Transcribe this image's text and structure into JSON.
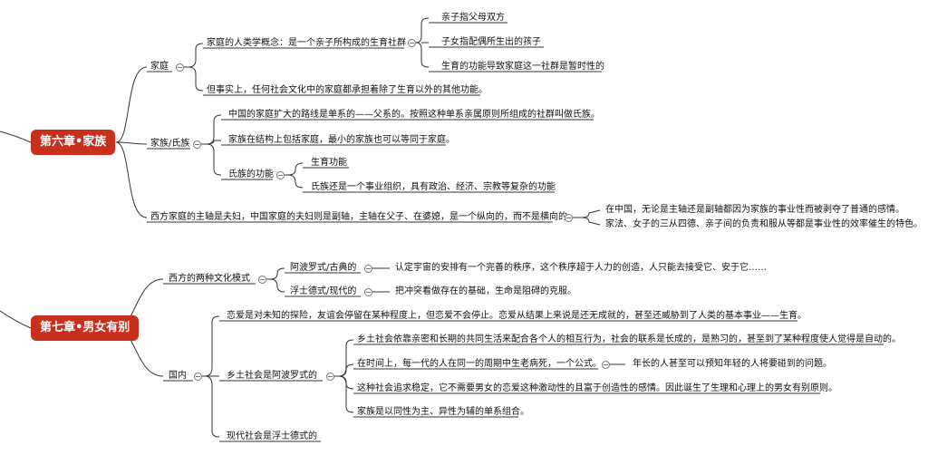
{
  "chapter6": {
    "title": "第六章•家族",
    "jiating": {
      "label": "家庭",
      "concept": "家庭的人类学概念：是一个亲子所构成的生育社群",
      "c1": "亲子指父母双方",
      "c2": "子女指配偶所生出的孩子",
      "c3": "生育的功能导致家庭这一社群是暂时性的",
      "fact": "但事实上，任何社会文化中的家庭都承担着除了生育以外的其他功能。"
    },
    "jiazu": {
      "label": "家族/氏族",
      "p1": "中国的家庭扩大的路线是单系的——父系的。按照这种单系亲属原则所组成的社群叫做氏族。",
      "p2": "家族在结构上包括家庭，最小的家族也可以等同于家庭。",
      "func": "氏族的功能",
      "f1": "生育功能",
      "f2": "氏族还是一个事业组织，具有政治、经济、宗教等复杂的功能"
    },
    "axis": {
      "label": "西方家庭的主轴是夫妇，中国家庭的夫妇则是副轴，主轴在父子、在婆媳，是一个纵向的，而不是横向的。",
      "n1": "在中国，无论是主轴还是副轴都因为家族的事业性而被剥夺了普通的感情。",
      "n2": "家法、女子的三从四德、亲子间的负责和服从等都是事业性的效率催生的特色。"
    }
  },
  "chapter7": {
    "title": "第七章•男女有别",
    "west": {
      "label": "西方的两种文化模式",
      "apollo": "阿波罗式/古典的",
      "apollo_desc": "认定宇宙的安排有一个完善的秩序，这个秩序超于人力的创造，人只能去接受它、安于它……",
      "faust": "浮士德式/现代的",
      "faust_desc": "把冲突看做存在的基础，生命是阻碍的克服。"
    },
    "domestic": {
      "label": "国内",
      "love": "恋爱是对未知的探险，友谊会停留在某种程度上，但恋爱不会停止。恋爱从结果上来说是还无成就的，甚至还威胁到了人类的基本事业——生育。",
      "rural": "乡土社会是阿波罗式的",
      "r1": "乡土社会依靠亲密和长期的共同生活来配合各个人的相互行为，社会的联系是长成的，是熟习的，甚至到了某种程度使人觉得是自动的。",
      "r2": "在时间上，每一代的人在同一的周期中生老病死，一个公式。",
      "r2n": "年长的人甚至可以预知年轻的人将要碰到的问题。",
      "r3": "这种社会追求稳定，它不需要男女的恋爱这种激动性的且富于创造性的感情。因此诞生了生理和心理上的男女有别原则。",
      "r4": "家族是以同性为主、异性为辅的单系组合。",
      "modern": "现代社会是浮士德式的"
    }
  }
}
